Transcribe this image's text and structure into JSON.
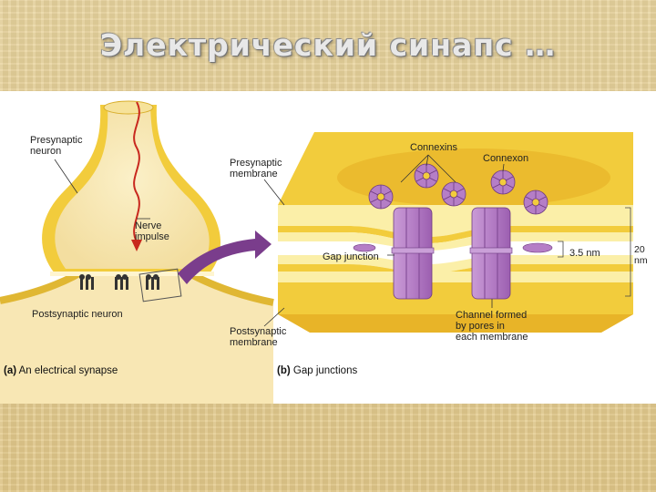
{
  "slide": {
    "title": "Электрический синапс …"
  },
  "panel_a": {
    "caption_letter": "(a)",
    "caption_text": "An electrical synapse",
    "labels": {
      "presynaptic_neuron_line1": "Presynaptic",
      "presynaptic_neuron_line2": "neuron",
      "nerve_impulse_line1": "Nerve",
      "nerve_impulse_line2": "impulse",
      "postsynaptic_neuron": "Postsynaptic neuron"
    }
  },
  "panel_b": {
    "caption_letter": "(b)",
    "caption_text": "Gap junctions",
    "labels": {
      "connexins": "Connexins",
      "connexon": "Connexon",
      "presynaptic_membrane_line1": "Presynaptic",
      "presynaptic_membrane_line2": "membrane",
      "gap_junction": "Gap junction",
      "gap_width": "3.5 nm",
      "total_width": "20 nm",
      "channel_line1": "Channel formed",
      "channel_line2": "by pores in",
      "channel_line3": "each membrane",
      "postsynaptic_membrane_line1": "Postsynaptic",
      "postsynaptic_membrane_line2": "membrane"
    }
  },
  "colors": {
    "membrane_yellow": "#f2cc3c",
    "membrane_light": "#fbefa8",
    "cytoplasm": "#f8e7b4",
    "protein_purple": "#b57ec6",
    "arrow_purple": "#7a3d8c",
    "impulse_red": "#c8281e"
  }
}
